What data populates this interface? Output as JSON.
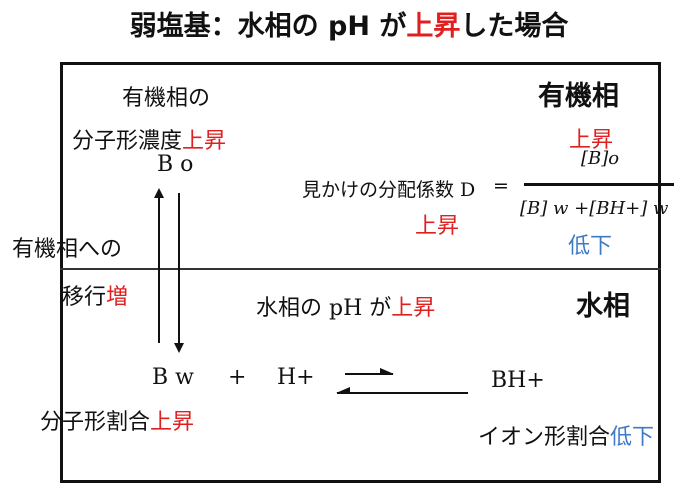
{
  "title": {
    "pre": "弱塩基：水相の pH が",
    "highlight": "上昇",
    "post": "した場合"
  },
  "organic_phase": {
    "heading": "有機相",
    "label_line1": "有機相の",
    "label_line2_pre": "分子形濃度",
    "label_line2_highlight": "上昇",
    "species": "B o"
  },
  "aqueous_phase": {
    "heading": "水相",
    "ph_label_pre": "水相の pH が",
    "ph_label_highlight": "上昇"
  },
  "transfer": {
    "line1": "有機相への",
    "line2_pre": "移行",
    "line2_highlight": "増"
  },
  "equilibrium": {
    "bw": "B w",
    "plus1": "+",
    "h": "H+",
    "bh": "BH+"
  },
  "fractions": {
    "molecular_pre": "分子形割合",
    "molecular_highlight": "上昇",
    "ionic_pre": "イオン形割合",
    "ionic_highlight": "低下"
  },
  "distribution": {
    "label": "見かけの分配係数 D",
    "equals": "=",
    "effect": "上昇",
    "numerator_effect": "上昇",
    "numerator": "[B]o",
    "denominator": "[B] w +[BH+] w",
    "denominator_effect": "低下"
  },
  "colors": {
    "increase": "#e02020",
    "decrease": "#3f79c8",
    "text": "#111111"
  }
}
